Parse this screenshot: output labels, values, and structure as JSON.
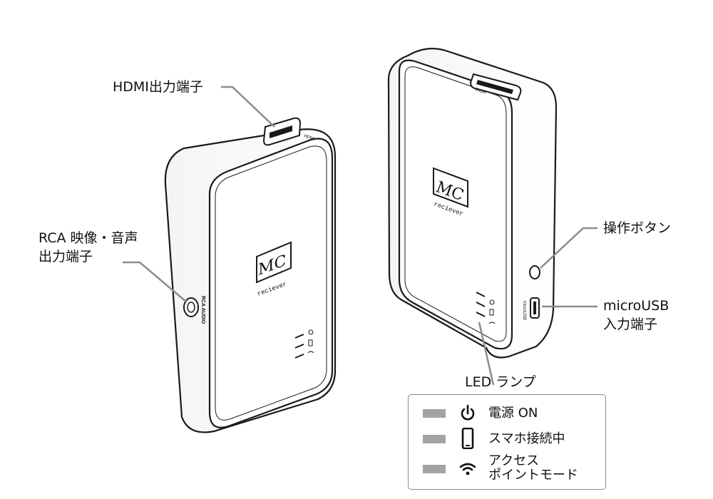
{
  "callouts": {
    "hdmi": "HDMI出力端子",
    "rca_line1": "RCA 映像・音声",
    "rca_line2": "出力端子",
    "button": "操作ボタン",
    "usb_line1": "microUSB",
    "usb_line2": "入力端子",
    "led": "LED ランプ"
  },
  "device_print": {
    "logo_mark": "MC",
    "logo_word": "reciever",
    "hdmi_port": "HDMI",
    "rca_port": "RCA AUDIO",
    "usb_port": "microUSB"
  },
  "legend": {
    "items": [
      {
        "icon": "power-icon",
        "line1": "電源 ON",
        "line2": ""
      },
      {
        "icon": "smartphone-icon",
        "line1": "スマホ接続中",
        "line2": ""
      },
      {
        "icon": "wifi-icon",
        "line1": "アクセス",
        "line2": "ポイントモード"
      }
    ],
    "indicator_color": "#a3a3a3"
  },
  "colors": {
    "outline": "#1a1a1a",
    "leader": "#8c8c8c",
    "indicator": "#a3a3a3"
  }
}
